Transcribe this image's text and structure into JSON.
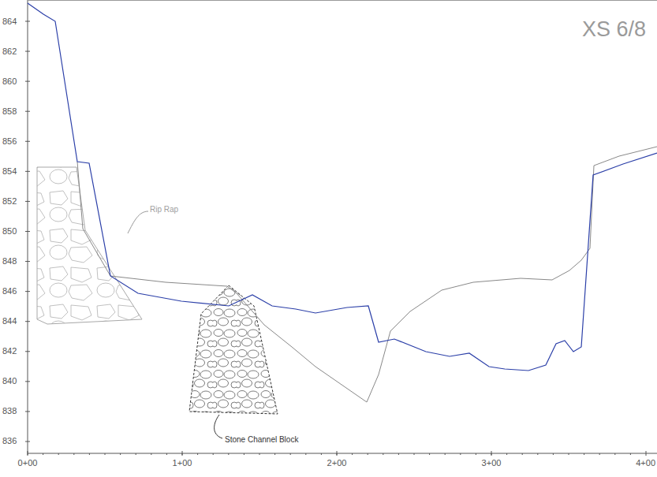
{
  "diagram": {
    "labels": [
      "XS 6/8",
      "864",
      "862",
      "860",
      "858",
      "856",
      "854",
      "852",
      "850",
      "848",
      "846",
      "844",
      "842",
      "840",
      "838",
      "836",
      "0+00",
      "1+00",
      "2+00",
      "3+00",
      "4+00",
      "Rip Rap",
      "Stone Channel Block"
    ]
  }
}
